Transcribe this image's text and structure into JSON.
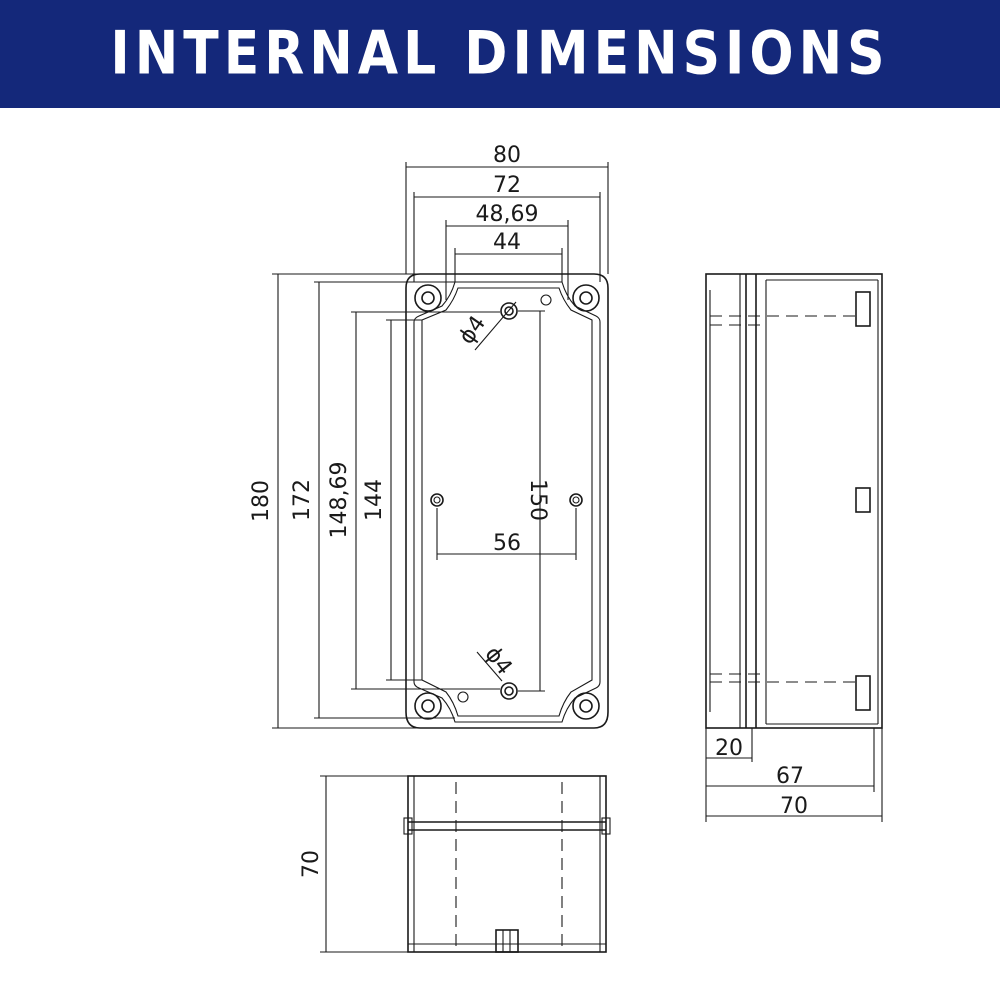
{
  "header": {
    "title": "INTERNAL DIMENSIONS",
    "background": "#14287a",
    "text_color": "#ffffff"
  },
  "dimensions": {
    "front_width": "80",
    "inner_width": "72",
    "hole_width": "48,69",
    "slot_width": "44",
    "boss_spacing": "56",
    "hole_dia_top": "ϕ4",
    "hole_dia_bottom": "ϕ4",
    "total_height": "180",
    "inner_height": "172",
    "hole_height": "148,69",
    "slot_height": "144",
    "mount_span": "150",
    "depth": "70",
    "side_lid": "20",
    "side_inner": "67",
    "side_total": "70"
  }
}
